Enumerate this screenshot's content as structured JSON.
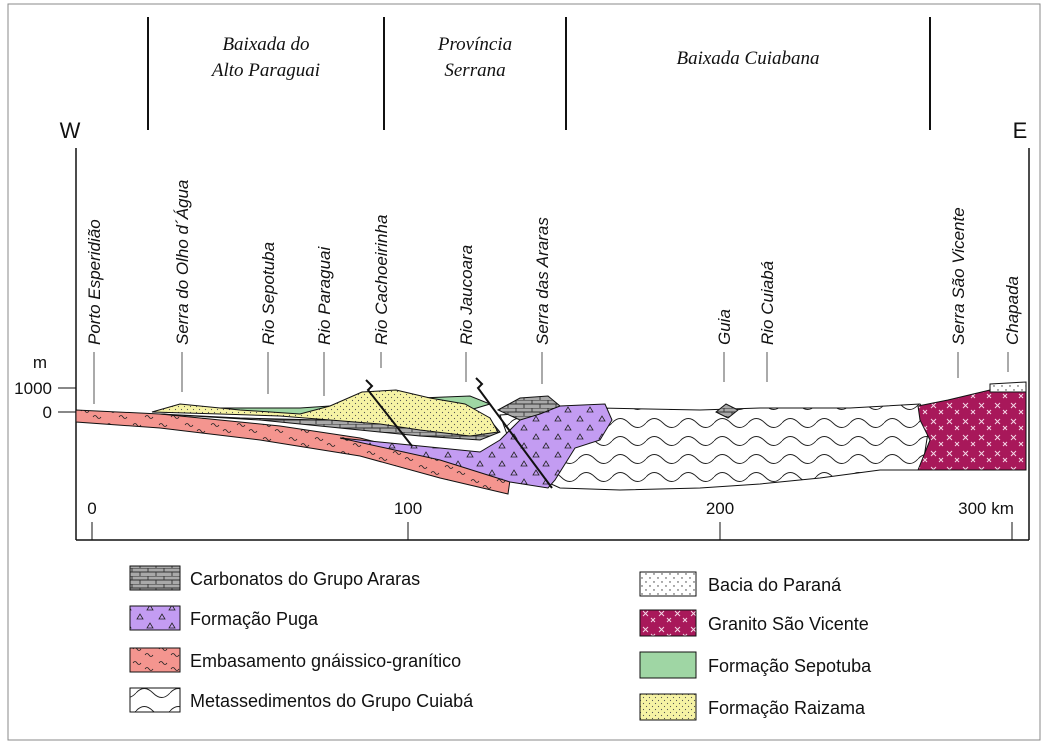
{
  "regions": [
    {
      "line1": "Baixada do",
      "line2": "Alto Paraguai"
    },
    {
      "line1": "Província",
      "line2": "Serrana"
    },
    {
      "line1": "Baixada Cuiabana",
      "line2": ""
    }
  ],
  "directions": {
    "west": "W",
    "east": "E"
  },
  "places": [
    "Porto Esperidião",
    "Serra do Olho d´Água",
    "Rio Sepotuba",
    "Rio Paraguai",
    "Rio Cachoeirinha",
    "Rio Jaucoara",
    "Serra das Araras",
    "Guia",
    "Rio Cuiabá",
    "Serra São Vicente",
    "Chapada"
  ],
  "elevation_axis": {
    "unit": "m",
    "ticks": [
      "1000",
      "0"
    ]
  },
  "distance_axis": {
    "ticks": [
      "0",
      "100",
      "200",
      "300 km"
    ]
  },
  "legend": {
    "left": [
      "Carbonatos do Grupo Araras",
      "Formação Puga",
      "Embasamento gnáissico-granítico",
      "Metassedimentos do Grupo Cuiabá"
    ],
    "right": [
      "Bacia do Paraná",
      "Granito São Vicente",
      "Formação Sepotuba",
      "Formação Raizama"
    ]
  },
  "colors": {
    "carbonatos": "#a9a9a9",
    "puga": "#c39cf2",
    "embasamento": "#f4958f",
    "cuiaba": "#ffffff",
    "parana": "#ffffff",
    "granito": "#a8185a",
    "sepotuba": "#9fd6a4",
    "raizama": "#f6f3a4"
  }
}
